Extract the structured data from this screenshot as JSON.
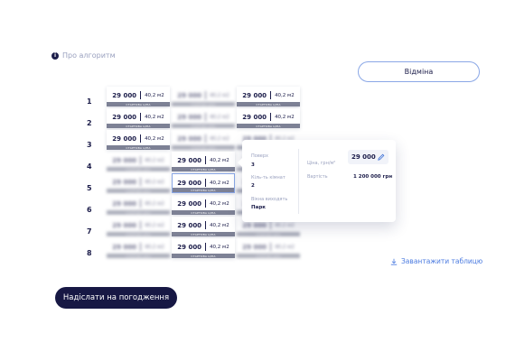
{
  "about": {
    "label": "Про алгоритм"
  },
  "cancel_button": {
    "label": "Відміна"
  },
  "floors": [
    "1",
    "2",
    "3",
    "4",
    "5",
    "6",
    "7",
    "8"
  ],
  "cell": {
    "price": "29 000",
    "area": "40,2 м2",
    "tag": "СТАРТОВА ЦІНА"
  },
  "popup": {
    "floor_label": "Поверх",
    "floor_value": "3",
    "rooms_label": "Кіль-ть кімнат",
    "rooms_value": "2",
    "view_label": "Вікна виходять",
    "view_value": "Парк",
    "price_label": "Ціна, грн/м²",
    "price_value": "29 000",
    "cost_label": "Вартість",
    "cost_value": "1 200 000 грн"
  },
  "download": {
    "label": "Завантажити таблицю"
  },
  "submit_button": {
    "label": "Надіслати на погодження"
  },
  "colors": {
    "primary_dark": "#171844",
    "accent_blue": "#4a7ae0",
    "border_blue": "#8aa7e6"
  }
}
